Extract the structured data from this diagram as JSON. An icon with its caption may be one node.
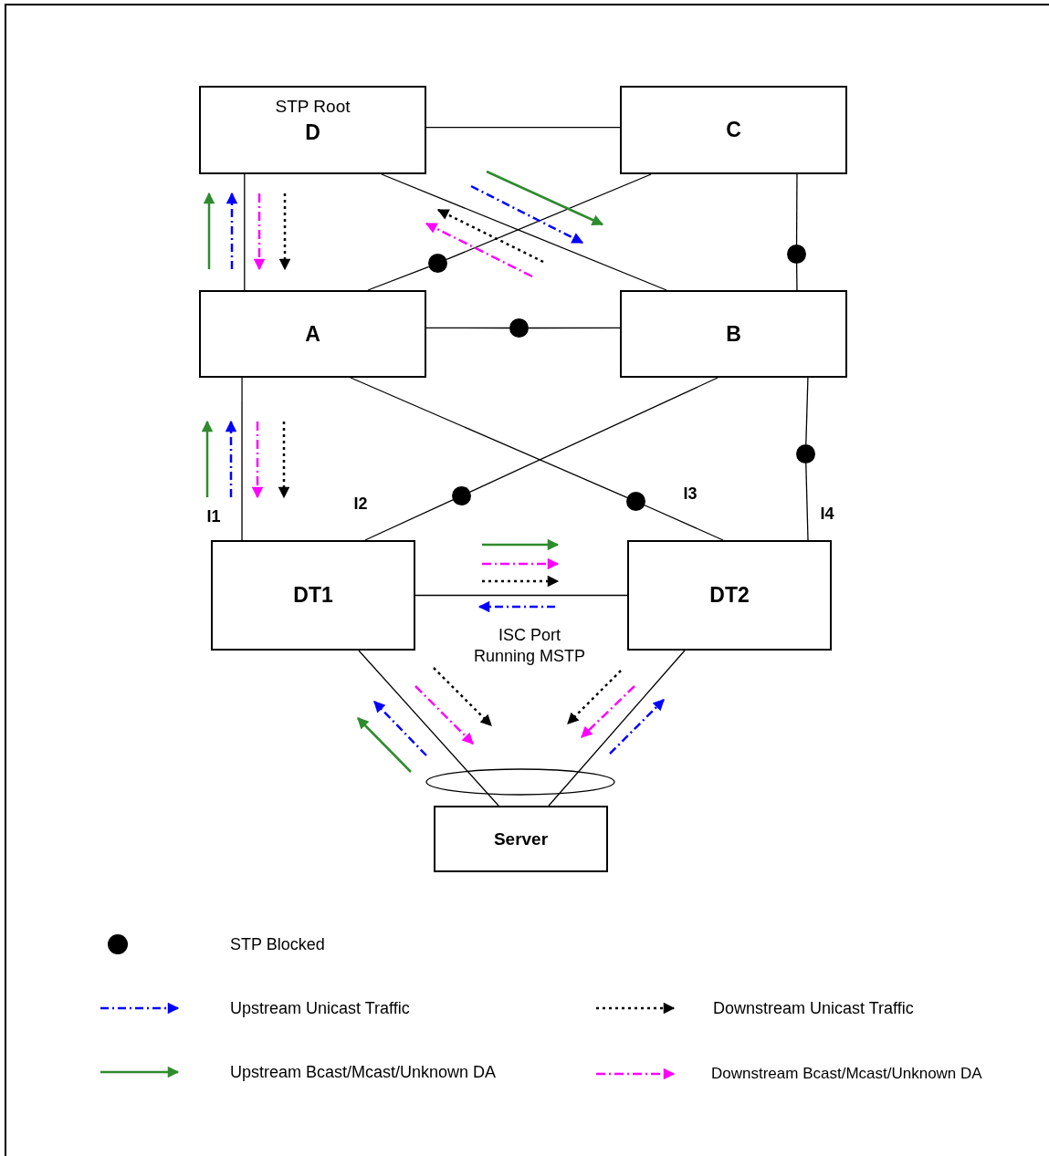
{
  "diagram": {
    "nodes": [
      {
        "text": [
          "STP Root",
          "D"
        ]
      },
      {
        "text": [
          "C"
        ]
      },
      {
        "text": [
          "A"
        ]
      },
      {
        "text": [
          "B"
        ]
      },
      {
        "text": [
          "DT1"
        ]
      },
      {
        "text": [
          "DT2"
        ]
      },
      {
        "text": [
          "Server"
        ]
      },
      {
        "text": [],
        "shape": "circle"
      },
      {
        "text": [],
        "shape": "circle"
      },
      {
        "text": [],
        "shape": "circle"
      },
      {
        "text": [],
        "shape": "circle"
      },
      {
        "text": [],
        "shape": "circle"
      },
      {
        "text": [],
        "shape": "circle"
      }
    ],
    "edges": [
      {
        "from": 0,
        "to": 1,
        "arrow": "none"
      },
      {
        "from": 0,
        "to": 2,
        "arrow": "none"
      },
      {
        "from": 0,
        "to": 3,
        "arrow": "none"
      },
      {
        "from": 1,
        "to": 8,
        "arrow": "none"
      },
      {
        "from": 8,
        "to": 2,
        "arrow": "none"
      },
      {
        "from": 1,
        "to": 7,
        "arrow": "none"
      },
      {
        "from": 7,
        "to": 3,
        "arrow": "none"
      },
      {
        "from": 2,
        "to": 9,
        "arrow": "none"
      },
      {
        "from": 9,
        "to": 3,
        "arrow": "none"
      },
      {
        "from": 2,
        "to": 4,
        "arrow": "none",
        "label": "I1"
      },
      {
        "from": 2,
        "to": 12,
        "arrow": "none"
      },
      {
        "from": 12,
        "to": 5,
        "arrow": "none",
        "label": "I3"
      },
      {
        "from": 3,
        "to": 11,
        "arrow": "none"
      },
      {
        "from": 11,
        "to": 4,
        "arrow": "none",
        "label": "I2"
      },
      {
        "from": 3,
        "to": 10,
        "arrow": "none"
      },
      {
        "from": 10,
        "to": 5,
        "arrow": "none",
        "label": "I4"
      },
      {
        "from": 4,
        "to": 5,
        "arrow": "none",
        "label": "ISC Port Running MSTP"
      },
      {
        "from": 4,
        "to": 6,
        "arrow": "none"
      },
      {
        "from": 5,
        "to": 6,
        "arrow": "none"
      }
    ],
    "legend": [
      {
        "text": "STP Blocked"
      },
      {
        "text": "Upstream Unicast Traffic"
      },
      {
        "text": "Downstream Unicast Traffic"
      },
      {
        "text": "Upstream Bcast/Mcast/Unknown DA"
      },
      {
        "text": "Downstream Bcast/Mcast/Unknown DA"
      }
    ]
  }
}
